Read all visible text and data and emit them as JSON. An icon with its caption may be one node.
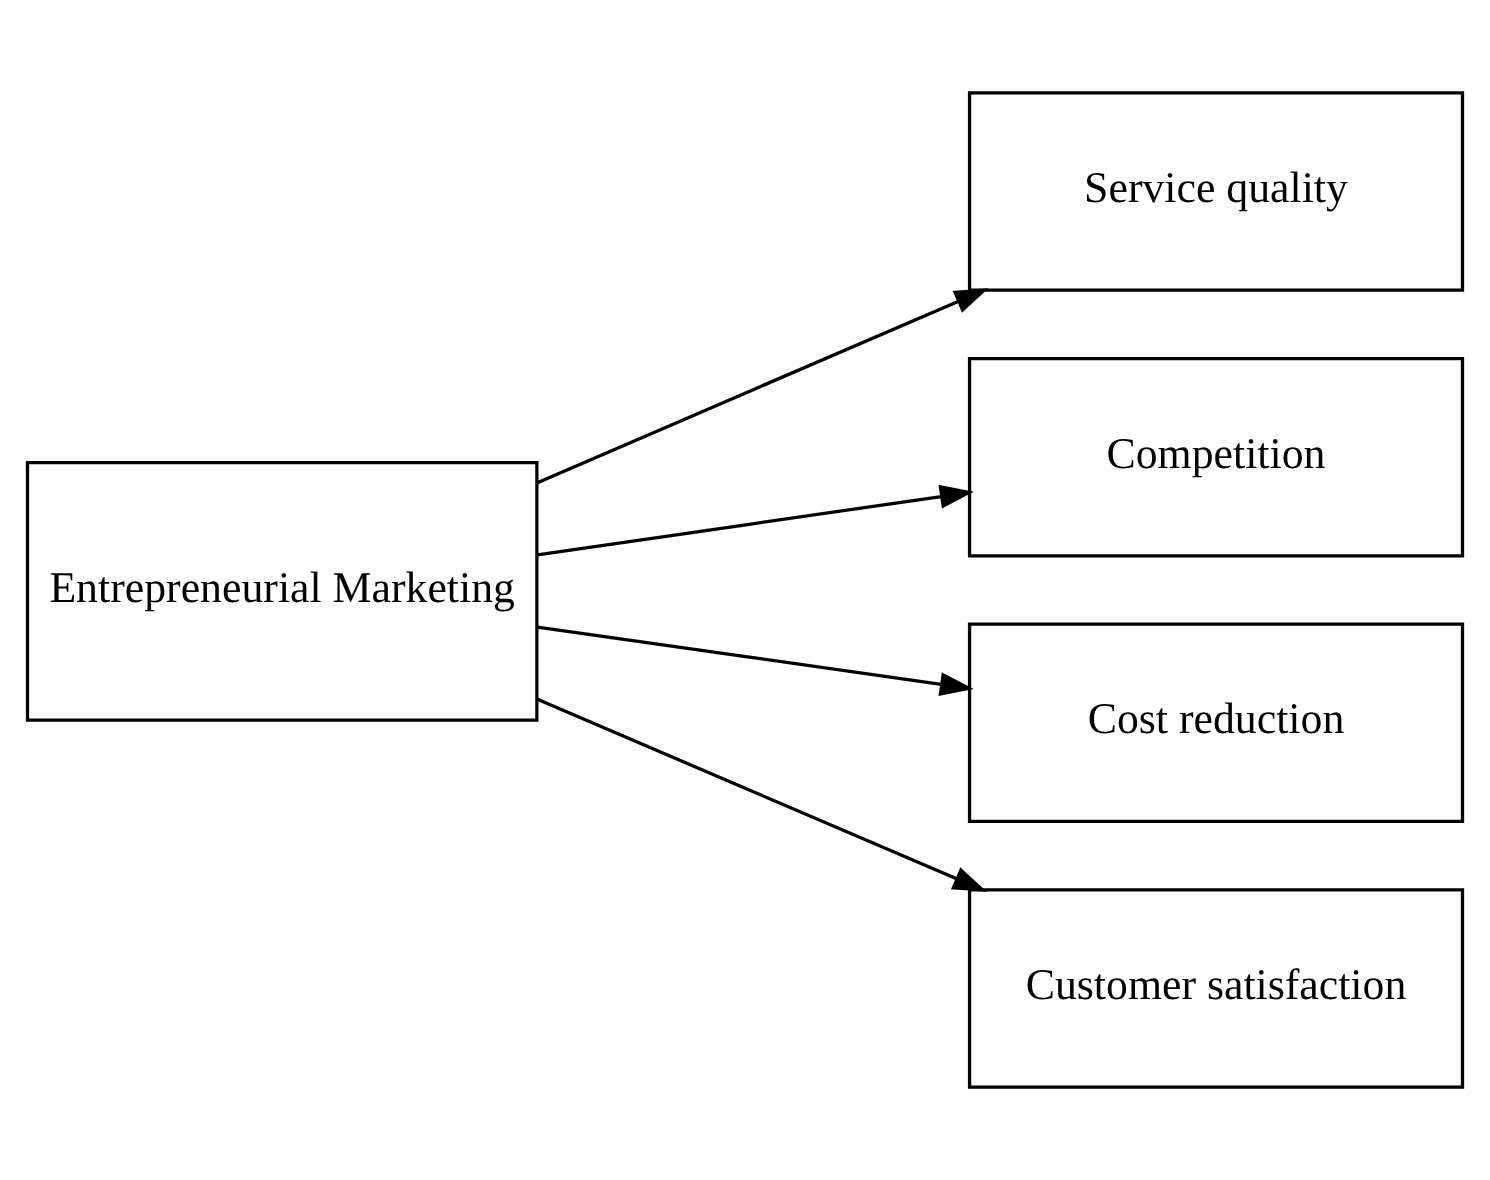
{
  "diagram": {
    "nodes": [
      {
        "text": [
          "Entrepreneurial Marketing"
        ]
      },
      {
        "text": [
          "Service quality"
        ]
      },
      {
        "text": [
          "Competition"
        ]
      },
      {
        "text": [
          "Cost reduction"
        ]
      },
      {
        "text": [
          "Customer satisfaction"
        ]
      }
    ],
    "edges": [
      {
        "from": 0,
        "to": 1,
        "arrow": "to"
      },
      {
        "from": 0,
        "to": 2,
        "arrow": "to"
      },
      {
        "from": 0,
        "to": 3,
        "arrow": "to"
      },
      {
        "from": 0,
        "to": 4,
        "arrow": "to"
      }
    ]
  }
}
